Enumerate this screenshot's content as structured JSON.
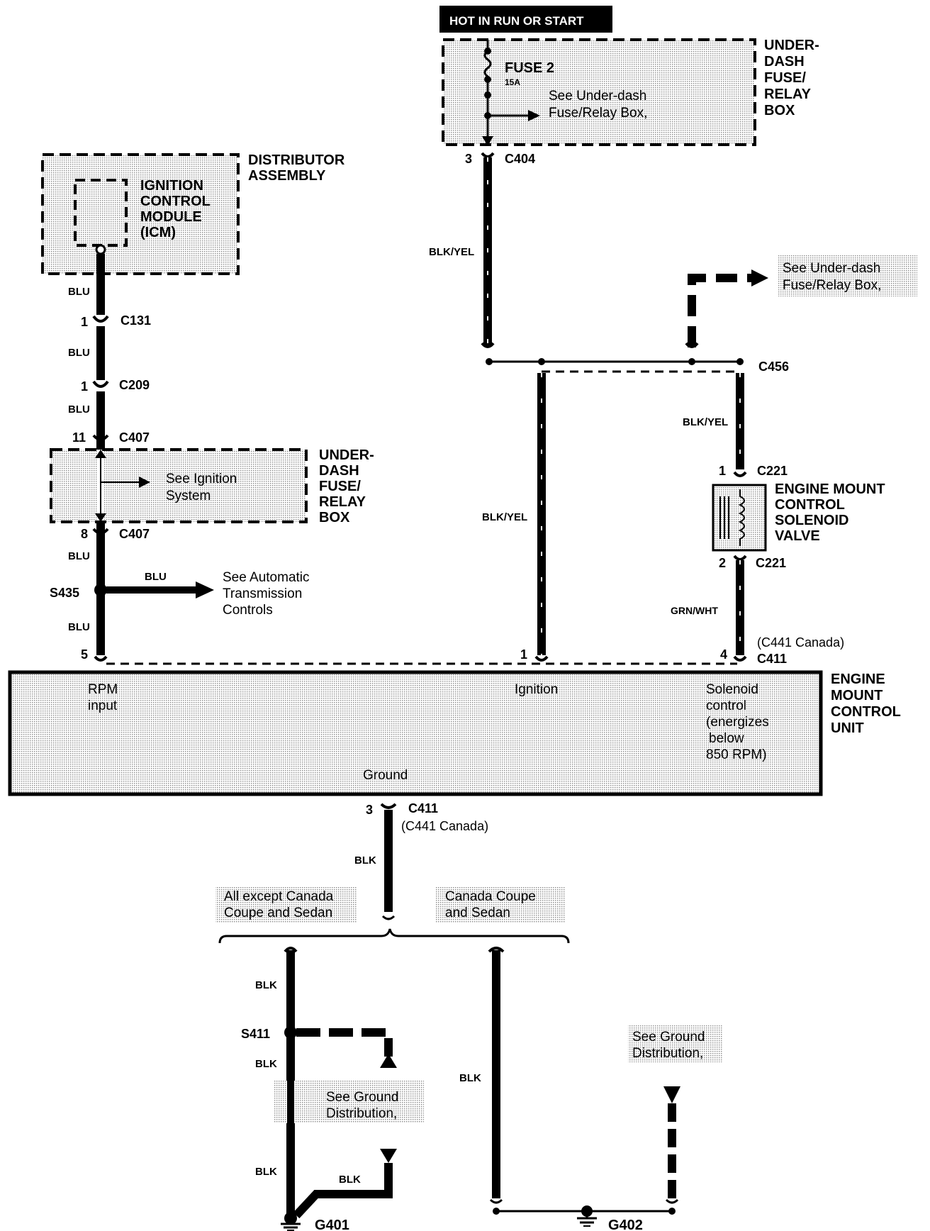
{
  "power": {
    "hot_label": "HOT IN  RUN OR  START",
    "fuse_label": "FUSE 2",
    "fuse_rating": "15A",
    "fuse_see_1": "See Under-dash",
    "fuse_see_2": "Fuse/Relay Box,",
    "box_title": [
      "UNDER-",
      "DASH",
      "FUSE/",
      "RELAY",
      "BOX"
    ]
  },
  "connectors": {
    "c404": "C404",
    "c404_pin": "3",
    "c131": "C131",
    "c131_pin": "1",
    "c209": "C209",
    "c209_pin": "1",
    "c407_top": "C407",
    "c407_top_pin": "11",
    "c407_bot": "C407",
    "c407_bot_pin": "8",
    "c456": "C456",
    "c221_top": "C221",
    "c221_top_pin": "1",
    "c221_bot": "C221",
    "c221_bot_pin": "2",
    "c411_top": "C411",
    "c441_top": "(C441  Canada)",
    "c411_bot": "C411",
    "c441_bot": "(C441  Canada)",
    "c411_bot_pin": "3",
    "pin_5": "5",
    "pin_1": "1",
    "pin_4": "4"
  },
  "wires": {
    "blu": "BLU",
    "blk_yel": "BLK/YEL",
    "grn_wht": "GRN/WHT",
    "blk": "BLK"
  },
  "distributor": {
    "title": [
      "DISTRIBUTOR",
      "ASSEMBLY"
    ],
    "icm": [
      "IGNITION",
      "CONTROL",
      "MODULE",
      "(ICM)"
    ]
  },
  "left_box": {
    "see_1": "See Ignition",
    "see_2": "System",
    "title": [
      "UNDER-",
      "DASH",
      "FUSE/",
      "RELAY",
      "BOX"
    ]
  },
  "splices": {
    "s435": "S435",
    "s411": "S411"
  },
  "at_ref": [
    "See Automatic",
    "Transmission",
    "Controls"
  ],
  "right_ref": [
    "See Under-dash",
    "Fuse/Relay Box,"
  ],
  "solenoid": [
    "ENGINE MOUNT",
    "CONTROL",
    "SOLENOID",
    "VALVE"
  ],
  "ecu": {
    "title": [
      "ENGINE",
      "MOUNT",
      "CONTROL",
      "UNIT"
    ],
    "rpm": [
      "RPM",
      "input"
    ],
    "ignition": "Ignition",
    "solenoid_ctrl": [
      "Solenoid",
      "control",
      "(energizes",
      "below",
      "850 RPM)"
    ],
    "ground": "Ground"
  },
  "ground": {
    "variant_a": [
      "All except Canada",
      "Coupe and Sedan"
    ],
    "variant_b": [
      "Canada Coupe",
      "and Sedan"
    ],
    "see_gd_1": [
      "See Ground",
      "Distribution,"
    ],
    "see_gd_2": [
      "See Ground",
      "Distribution,"
    ],
    "g401": "G401",
    "g402": "G402"
  }
}
